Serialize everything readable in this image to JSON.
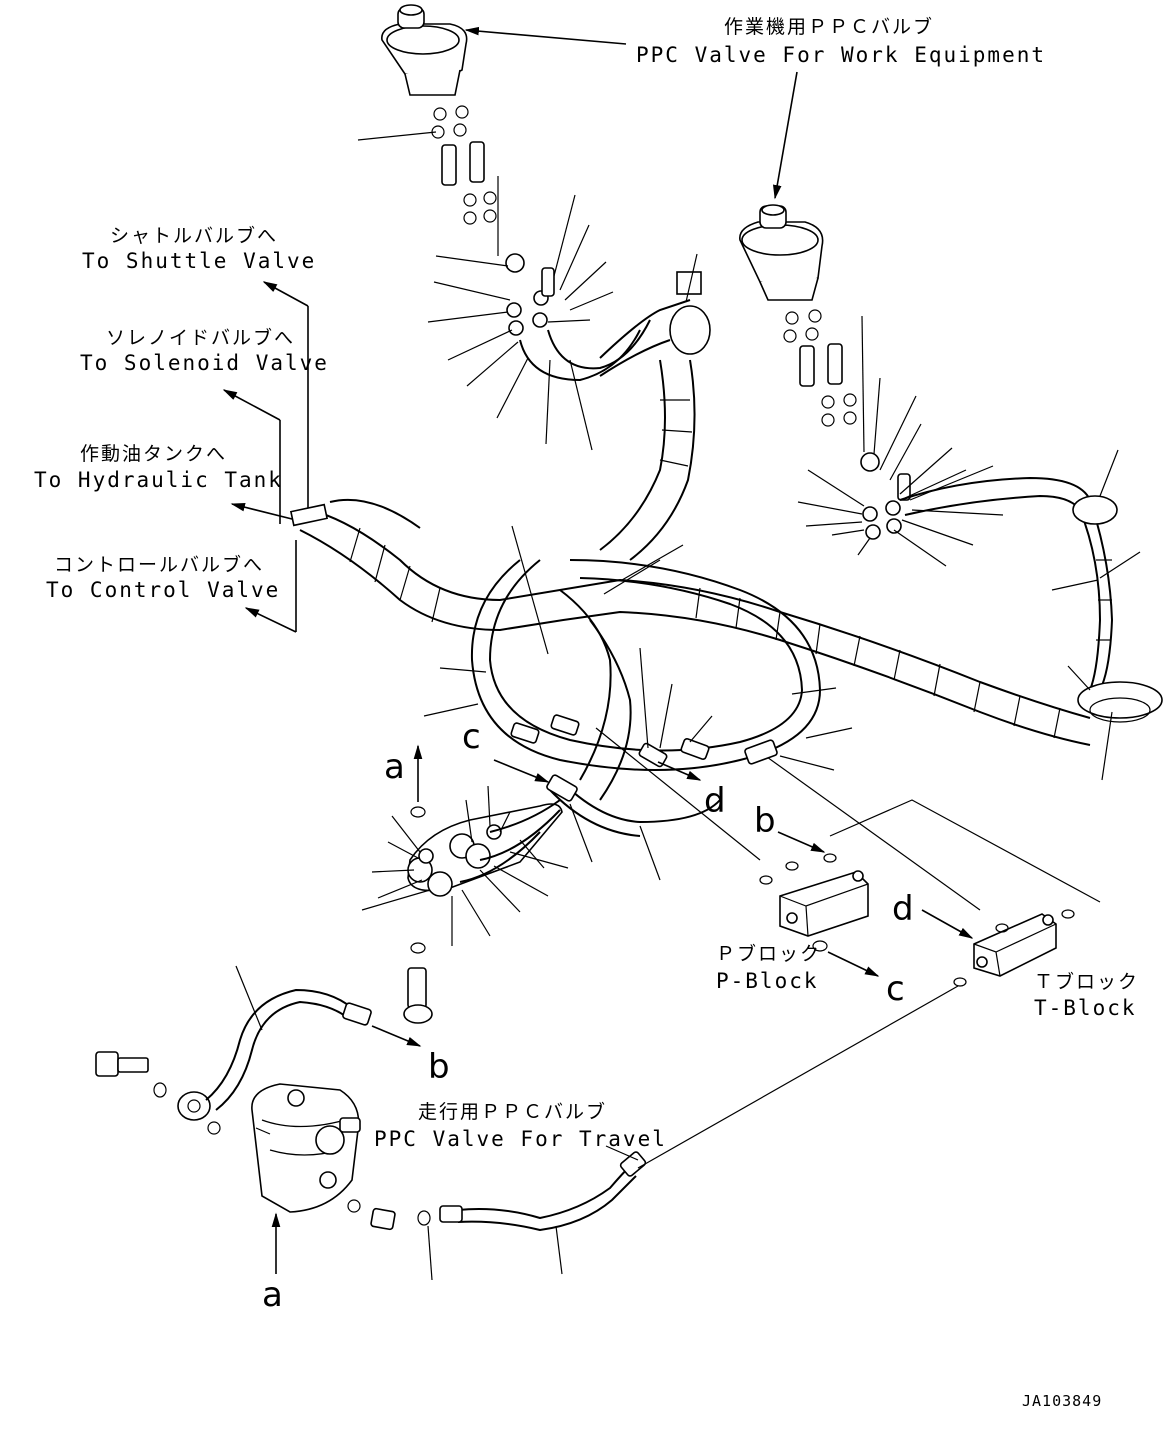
{
  "labels": {
    "ppc_work_jp": "作業機用ＰＰＣバルブ",
    "ppc_work_en": "PPC Valve For Work Equipment",
    "shuttle_jp": "シャトルバルブへ",
    "shuttle_en": "To Shuttle Valve",
    "solenoid_jp": "ソレノイドバルブへ",
    "solenoid_en": "To Solenoid Valve",
    "tank_jp": "作動油タンクへ",
    "tank_en": "To Hydraulic Tank",
    "control_jp": "コントロールバルブへ",
    "control_en": "To Control Valve",
    "pblock_jp": "Ｐブロック",
    "pblock_en": "P-Block",
    "tblock_jp": "Ｔブロック",
    "tblock_en": "T-Block",
    "ppc_travel_jp": "走行用ＰＰＣバルブ",
    "ppc_travel_en": "PPC Valve For Travel",
    "drawing_code": "JA103849"
  },
  "callouts": {
    "a_top": "a",
    "a_bottom": "a",
    "b_mid": "b",
    "b_bottom": "b",
    "c_mid": "c",
    "c_right": "c",
    "d_mid": "d",
    "d_right": "d"
  }
}
